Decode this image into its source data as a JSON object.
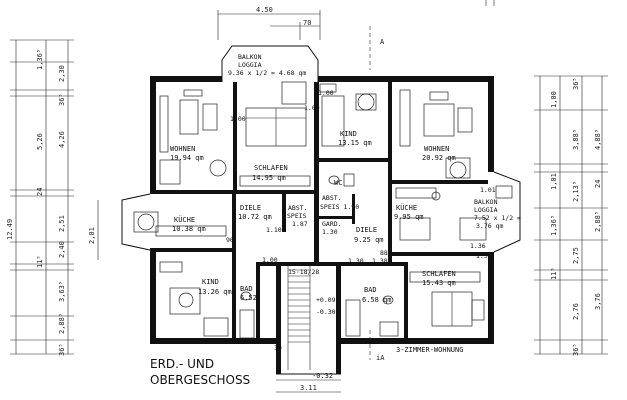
{
  "floor_title_1": "ERD.- UND",
  "floor_title_2": "OBERGESCHOSS",
  "apartment_type": "3-ZIMMER-WOHNUNG",
  "section_a_top": "A",
  "section_a_bottom": "iA",
  "rooms": {
    "balkon_left": {
      "l1": "BALKON",
      "l2": "LOGGIA",
      "l3": "9.36 x 1/2 = 4.68 qm"
    },
    "wohnen_left": {
      "l1": "WOHNEN",
      "l2": "19.94 qm"
    },
    "schlafen_left": {
      "l1": "SCHLAFEN",
      "l2": "14.95 qm"
    },
    "diele_left": {
      "l1": "DIELE",
      "l2": "10.72 qm"
    },
    "kueche_left": {
      "l1": "KÜCHE",
      "l2": "10.38 qm"
    },
    "abst_left": {
      "l1": "ABST.",
      "l2": "SPEIS",
      "l3": "1.87"
    },
    "kind_left": {
      "l1": "KIND",
      "l2": "13.26 qm"
    },
    "bad_left": {
      "l1": "BAD",
      "l2": "6.52"
    },
    "kind_right": {
      "l1": "KIND",
      "l2": "13.15 qm"
    },
    "wohnen_right": {
      "l1": "WOHNEN",
      "l2": "20.92 qm"
    },
    "wc": {
      "l1": "WC"
    },
    "abst_right": {
      "l1": "ABST.",
      "l2": "SPEIS 1.90"
    },
    "gard": {
      "l1": "GARD.",
      "l2": "1.30"
    },
    "diele_right": {
      "l1": "DIELE",
      "l2": "9.25 qm"
    },
    "kueche_right": {
      "l1": "KÜCHE",
      "l2": "9.95 qm"
    },
    "balkon_right": {
      "l1": "BALKON",
      "l2": "LOGGIA",
      "l3": "7.52 x 1/2 =",
      "l4": "3.76 qm"
    },
    "schlafen_right": {
      "l1": "SCHLAFEN",
      "l2": "15.43 qm"
    },
    "bad_right": {
      "l1": "BAD",
      "l2": "6.58 qm"
    }
  },
  "stair": {
    "steps": "15·18/28",
    "level_a": "+0.09",
    "level_b": "-0.30"
  },
  "dims": {
    "top_main": "4.50",
    "top_sub": "70",
    "bottom_1": "3.11",
    "bottom_2": "-0.32",
    "left_total": "12.49",
    "left_outer": [
      "1,36⁵",
      "2,30",
      "36⁵",
      "5,26",
      "24",
      "2,51",
      "11⁵",
      "3,63⁵",
      "2,88⁵",
      "36⁵"
    ],
    "left_inner": [
      "4,26",
      "2,40"
    ],
    "left_window": "2,01",
    "right_outer": [
      "1,00",
      "3,88⁵",
      "1,01",
      "2,13⁵",
      "2,88⁵",
      "2,75",
      "3,76",
      "2,76",
      "36⁵"
    ],
    "right_inner": [
      "36⁵",
      "4,88⁵",
      "24",
      "1,36⁵",
      "11⁵",
      "1,36",
      "36⁵"
    ],
    "inner_small": [
      "90",
      "1.00",
      "1.10",
      "1.00",
      "1.30",
      "1.38",
      "88⁵",
      "30",
      "1.01",
      "1.00",
      "1.36",
      "1.00",
      "1.39"
    ]
  }
}
